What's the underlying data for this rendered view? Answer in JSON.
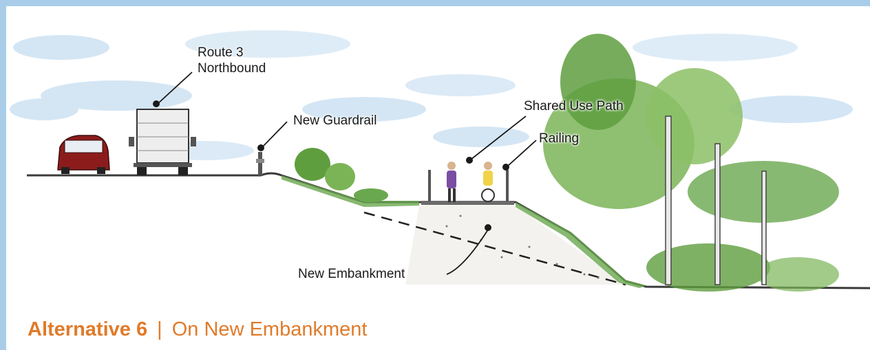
{
  "labels": {
    "route_line1": "Route 3",
    "route_line2": "Northbound",
    "guardrail": "New Guardrail",
    "shared_use_path": "Shared Use Path",
    "railing": "Railing",
    "embankment": "New Embankment"
  },
  "caption": {
    "alternative": "Alternative 6",
    "separator": "|",
    "title": "On New Embankment"
  },
  "colors": {
    "frame": "#a9cde8",
    "caption": "#e07b2a",
    "sky": "#bcd9ee",
    "foliage": "#5f9e3f",
    "car": "#8c1c1c"
  }
}
